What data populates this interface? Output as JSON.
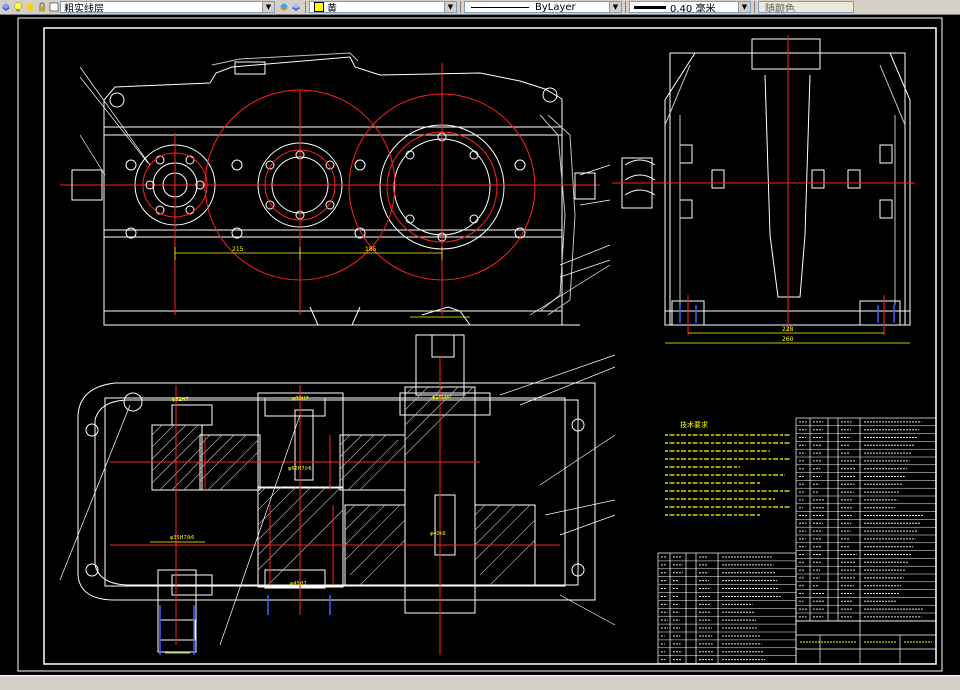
{
  "toolbar": {
    "layer_name": "粗实线层",
    "color_value": "黄",
    "linetype_value": "ByLayer",
    "lineweight_value": "0.40 毫米",
    "plotstyle_value": "随颜色"
  },
  "colors": {
    "outline": "#ffffff",
    "centerline": "#ff2020",
    "dimension": "#ffff00",
    "hatch": "#c0c0c0",
    "accent_blue": "#4060ff",
    "toolbar_bg": "#d4d0c8",
    "color_swatch": "#ffff00"
  },
  "drawing": {
    "tech_title": "技术要求",
    "dims": {
      "center_distance_1": "215",
      "center_distance_2": "185",
      "bearing_1": "φ52H7",
      "bearing_2": "φ80H7",
      "bearing_3": "φ100H7",
      "side_width_1": "228",
      "side_width_2": "260",
      "shaft_fit_1": "φ35H7/k6",
      "shaft_fit_2": "φ62H7/r6",
      "shaft_fit_3": "φ40k6",
      "bottom_fit": "φ45H7"
    }
  }
}
